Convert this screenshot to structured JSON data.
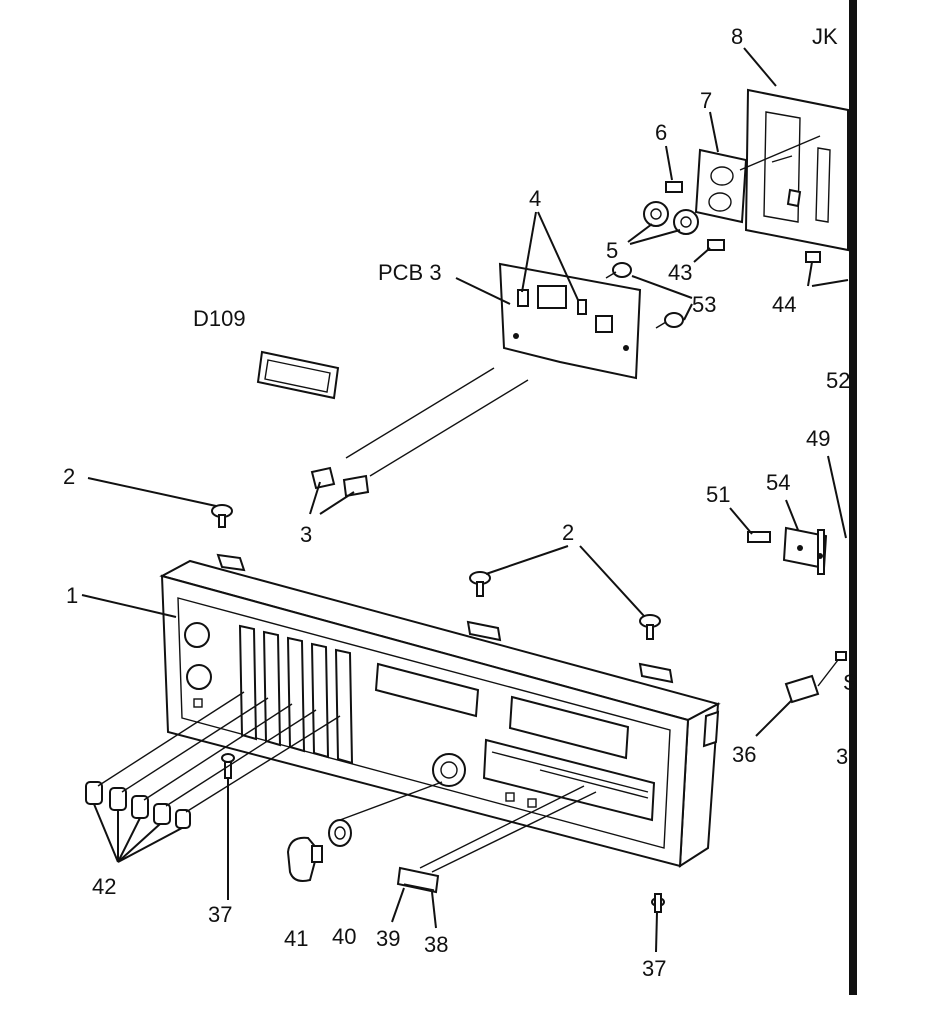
{
  "diagram": {
    "labels": {
      "panel": "1",
      "screw_top_left": "2",
      "screws_top_right": "2",
      "clips": "3",
      "leds": "4",
      "nuts": "5",
      "jack_screw": "6",
      "jack_plate": "7",
      "jack_bracket": "8",
      "jk_partial": "JK",
      "pcb": "PCB 3",
      "display": "D109",
      "screw_37_left": "37",
      "screw_37_right": "37",
      "button_cap": "38",
      "button_body": "39",
      "washer": "40",
      "knob": "41",
      "lenses": "42",
      "screw_43": "43",
      "screw_44": "44",
      "standoffs": "53",
      "label_52_partial": "52",
      "label_49": "49",
      "label_51": "51",
      "label_54": "54",
      "part_36": "36",
      "label_3_partial": "3",
      "label_s_partial": "S"
    }
  }
}
